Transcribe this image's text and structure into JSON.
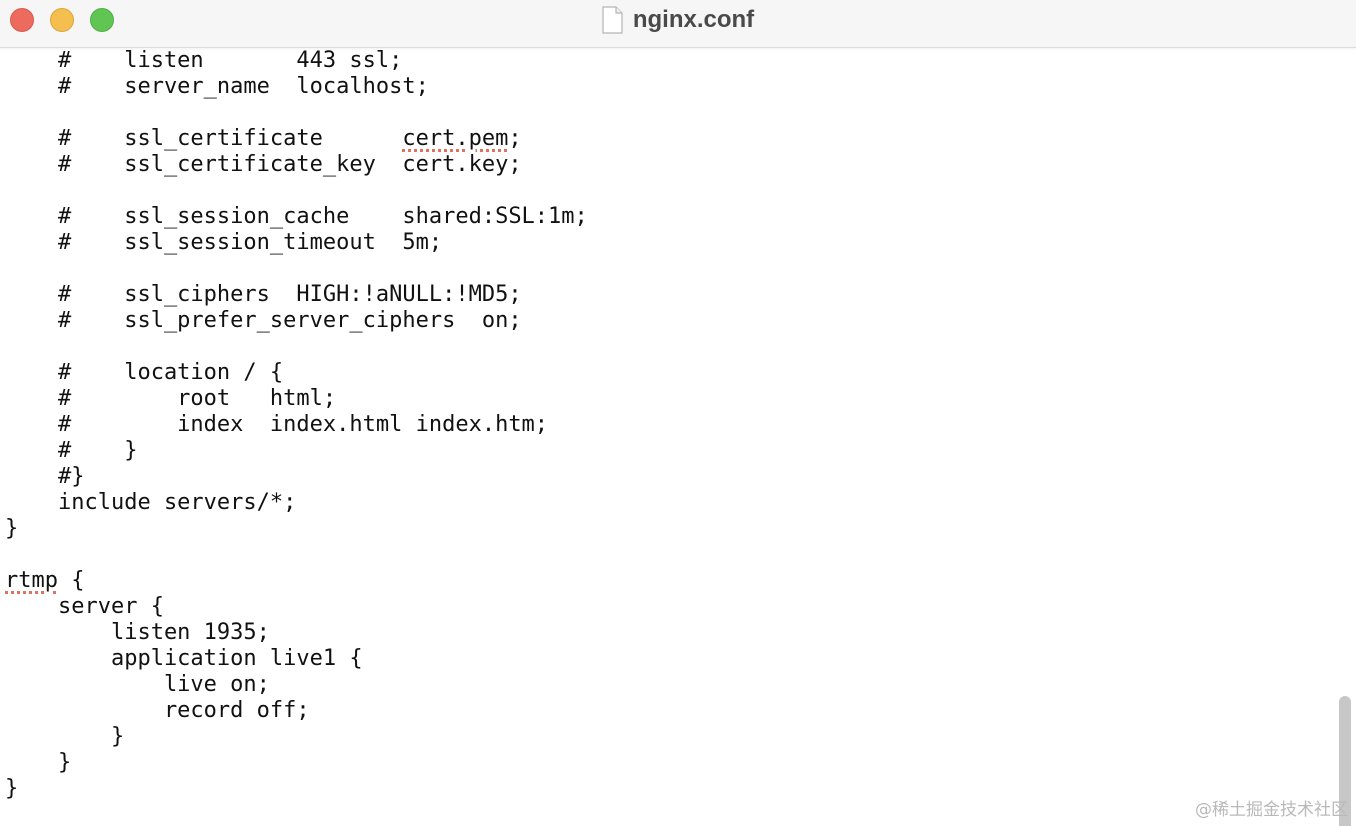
{
  "window": {
    "title": "nginx.conf",
    "colors": {
      "close": "#ed6a5e",
      "minimize": "#f5bf4f",
      "maximize": "#61c554",
      "spellcheck_underline": "#e0705f"
    }
  },
  "editor": {
    "lines": [
      {
        "text": "    #    listen       443 ssl;"
      },
      {
        "text": "    #    server_name  localhost;"
      },
      {
        "text": ""
      },
      {
        "pre": "    #    ssl_certificate      ",
        "spell": "cert.pem",
        "post": ";"
      },
      {
        "text": "    #    ssl_certificate_key  cert.key;"
      },
      {
        "text": ""
      },
      {
        "text": "    #    ssl_session_cache    shared:SSL:1m;"
      },
      {
        "text": "    #    ssl_session_timeout  5m;"
      },
      {
        "text": ""
      },
      {
        "text": "    #    ssl_ciphers  HIGH:!aNULL:!MD5;"
      },
      {
        "text": "    #    ssl_prefer_server_ciphers  on;"
      },
      {
        "text": ""
      },
      {
        "text": "    #    location / {"
      },
      {
        "text": "    #        root   html;"
      },
      {
        "text": "    #        index  index.html index.htm;"
      },
      {
        "text": "    #    }"
      },
      {
        "text": "    #}"
      },
      {
        "text": "    include servers/*;"
      },
      {
        "text": "}"
      },
      {
        "text": ""
      },
      {
        "pre": "",
        "spell": "rtmp",
        "post": " {"
      },
      {
        "text": "    server {"
      },
      {
        "text": "        listen 1935;"
      },
      {
        "text": "        application live1 {"
      },
      {
        "text": "            live on;"
      },
      {
        "text": "            record off;"
      },
      {
        "text": "        }"
      },
      {
        "text": "    }"
      },
      {
        "text": "}"
      }
    ]
  },
  "watermark": "@稀土掘金技术社区",
  "icons": {
    "document": "document-icon",
    "close": "close-window-icon",
    "minimize": "minimize-window-icon",
    "maximize": "maximize-window-icon"
  }
}
